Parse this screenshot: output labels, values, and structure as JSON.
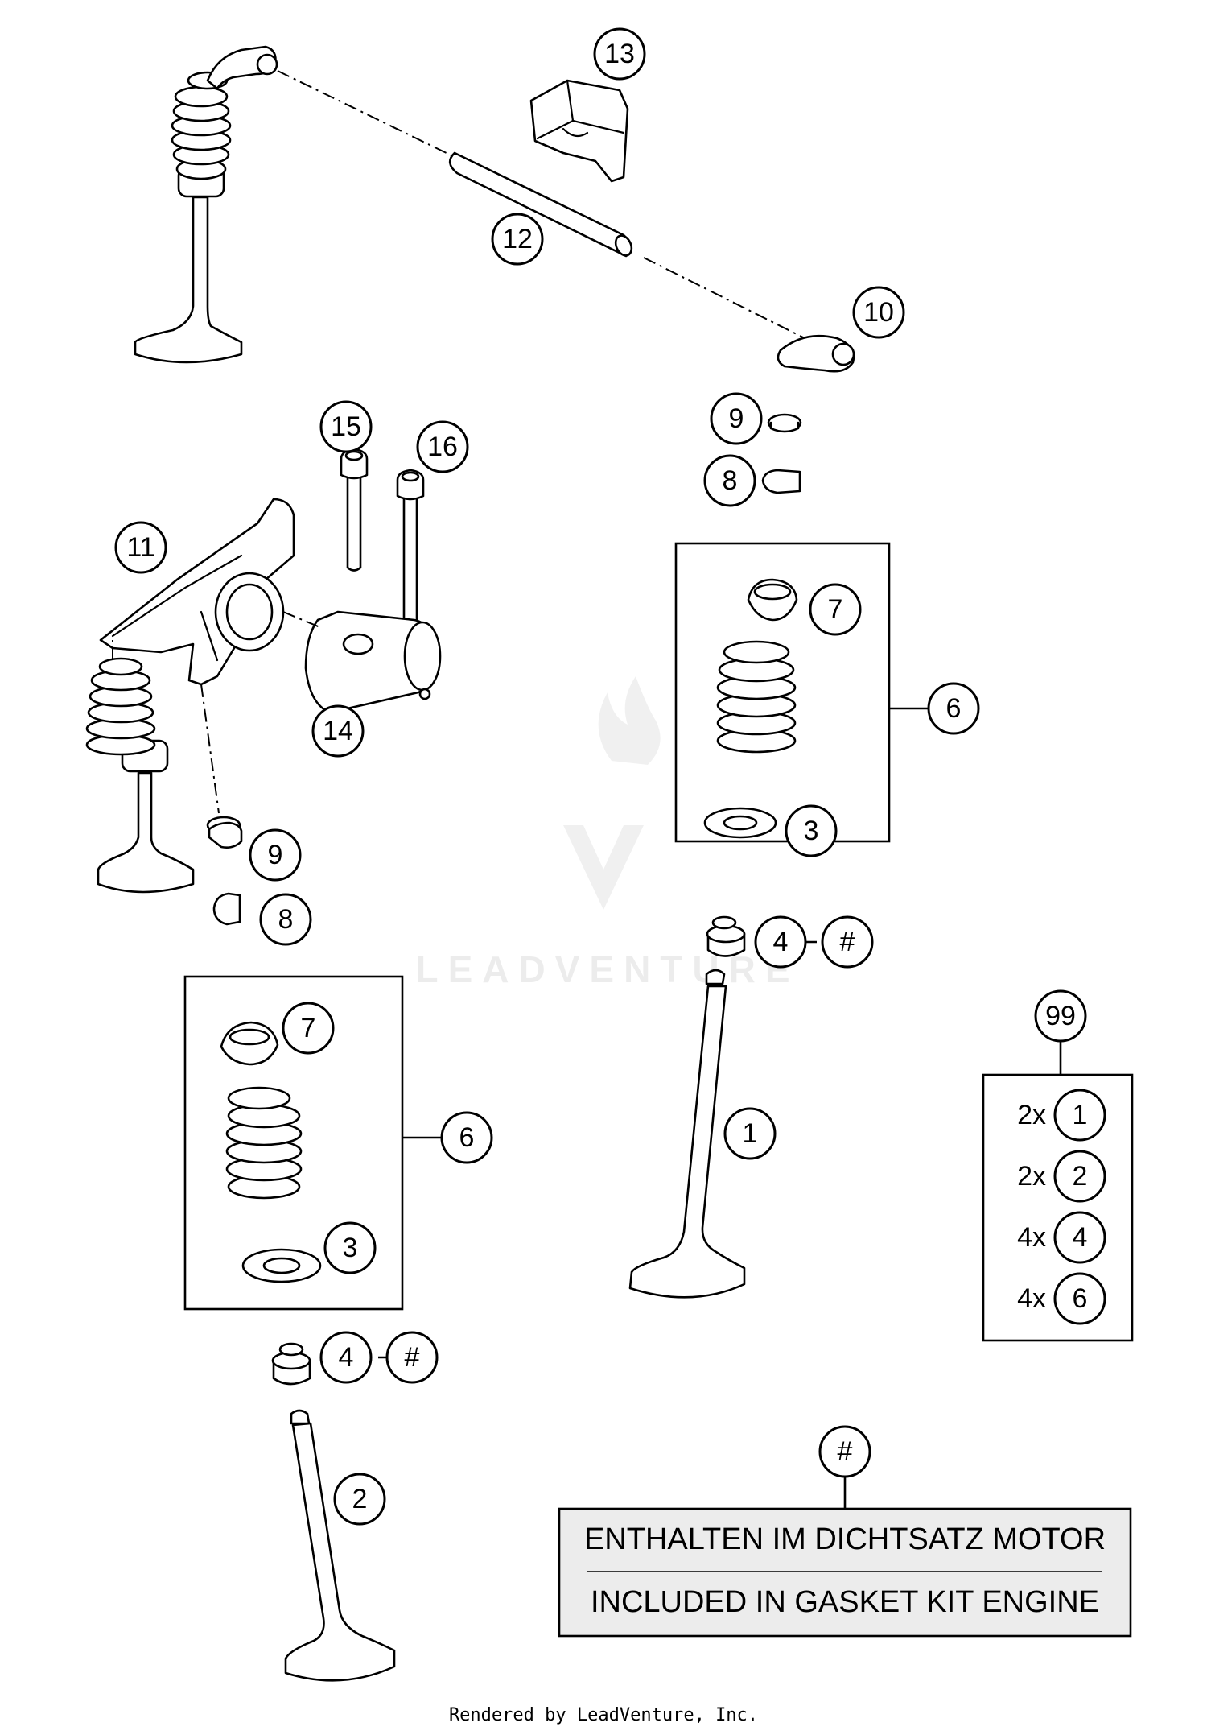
{
  "callouts": {
    "c13": "13",
    "c12": "12",
    "c10": "10",
    "c15": "15",
    "c16": "16",
    "c11": "11",
    "c9a": "9",
    "c8a": "8",
    "c7a": "7",
    "c6a": "6",
    "c3a": "3",
    "c14": "14",
    "c9b": "9",
    "c8b": "8",
    "c4a": "4",
    "hashA": "#",
    "c7b": "7",
    "c6b": "6",
    "c3b": "3",
    "c1": "1",
    "c99": "99",
    "c4b": "4",
    "hashB": "#",
    "c2": "2",
    "hashLegend": "#"
  },
  "kit99": [
    {
      "qty": "2x",
      "ref": "1"
    },
    {
      "qty": "2x",
      "ref": "2"
    },
    {
      "qty": "4x",
      "ref": "4"
    },
    {
      "qty": "4x",
      "ref": "6"
    }
  ],
  "legend": {
    "line_de": "ENTHALTEN IM DICHTSATZ MOTOR",
    "line_en": "INCLUDED IN GASKET KIT ENGINE"
  },
  "watermark": "LEADVENTURE",
  "footer": "Rendered by LeadVenture, Inc."
}
